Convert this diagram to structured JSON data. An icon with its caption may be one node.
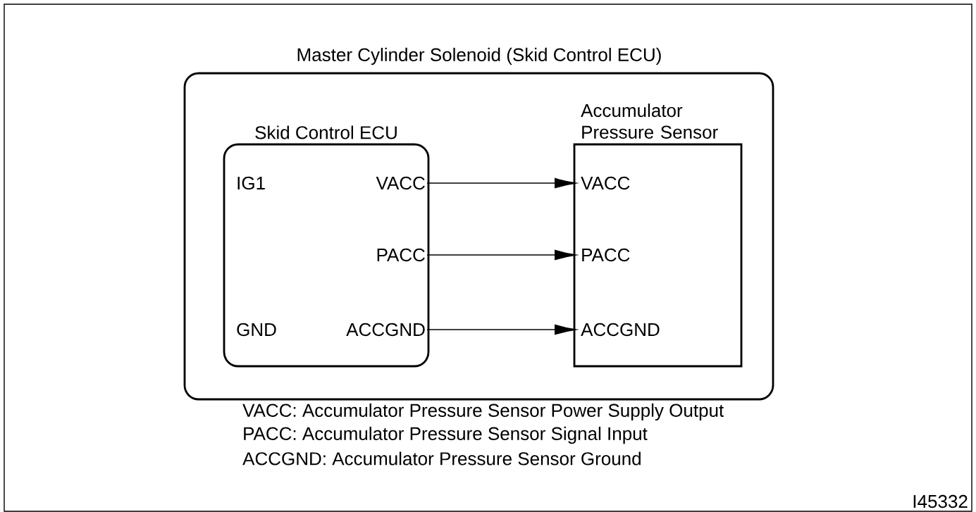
{
  "diagram": {
    "nodes": [
      {
        "text": [
          "Master Cylinder Solenoid (Skid Control ECU)"
        ]
      },
      {
        "text": [
          "Skid Control ECU"
        ],
        "in": 0
      },
      {
        "text": [
          "VACC"
        ],
        "in": 1
      },
      {
        "text": [
          "PACC"
        ],
        "in": 1
      },
      {
        "text": [
          "ACCGND"
        ],
        "in": 1
      },
      {
        "text": [
          "Accumulator Pressure Sensor"
        ],
        "in": 0
      },
      {
        "text": [
          "VACC"
        ],
        "in": 5
      },
      {
        "text": [
          "PACC"
        ],
        "in": 5
      },
      {
        "text": [
          "ACCGND"
        ],
        "in": 5
      }
    ],
    "edges": [
      {
        "from": 2,
        "to": 6,
        "arrow": "to"
      },
      {
        "from": 3,
        "to": 7,
        "arrow": "to"
      },
      {
        "from": 4,
        "to": 8,
        "arrow": "to"
      }
    ],
    "labels": [
      "IG1",
      "GND",
      "VACC: Accumulator Pressure Sensor Power Supply Output",
      "PACC: Accumulator Pressure Sensor Signal Input",
      "ACCGND: Accumulator Pressure Sensor Ground",
      "I45332"
    ]
  }
}
